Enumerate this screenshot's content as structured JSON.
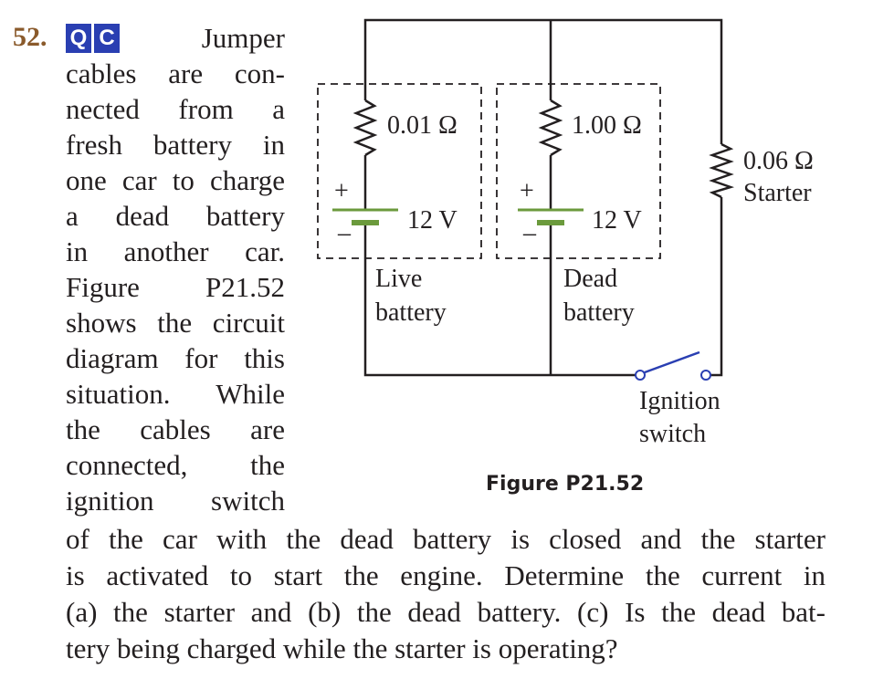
{
  "problem": {
    "number": "52.",
    "badges": [
      "Q",
      "C"
    ],
    "narrow_lines": [
      "Jumper",
      "cables are con-",
      "nected from a",
      "fresh battery in",
      "one car to charge",
      "a dead battery",
      "in another car.",
      "Figure P21.52",
      "shows the circuit",
      "diagram for this",
      "situation. While",
      "the cables are",
      "connected, the",
      "ignition switch"
    ],
    "wide_lines": [
      "of the car with the dead battery is closed and the starter",
      "is activated to start the engine. Determine the current in",
      "(a) the starter and (b) the dead battery. (c) Is the dead bat-",
      "tery being charged while the starter is operating?"
    ]
  },
  "figure": {
    "caption": "Figure P21.52",
    "live_resistor": "0.01 Ω",
    "dead_resistor": "1.00 Ω",
    "starter_resistor": "0.06 Ω",
    "starter_label": "Starter",
    "live_emf": "12 V",
    "dead_emf": "12 V",
    "plus_sign": "+",
    "minus_sign": "–",
    "live_label_1": "Live",
    "live_label_2": "battery",
    "dead_label_1": "Dead",
    "dead_label_2": "battery",
    "switch_label_1": "Ignition",
    "switch_label_2": "switch",
    "wire_color": "#231f20",
    "battery_color": "#6b9a3c",
    "switch_color": "#2a3fb2"
  }
}
